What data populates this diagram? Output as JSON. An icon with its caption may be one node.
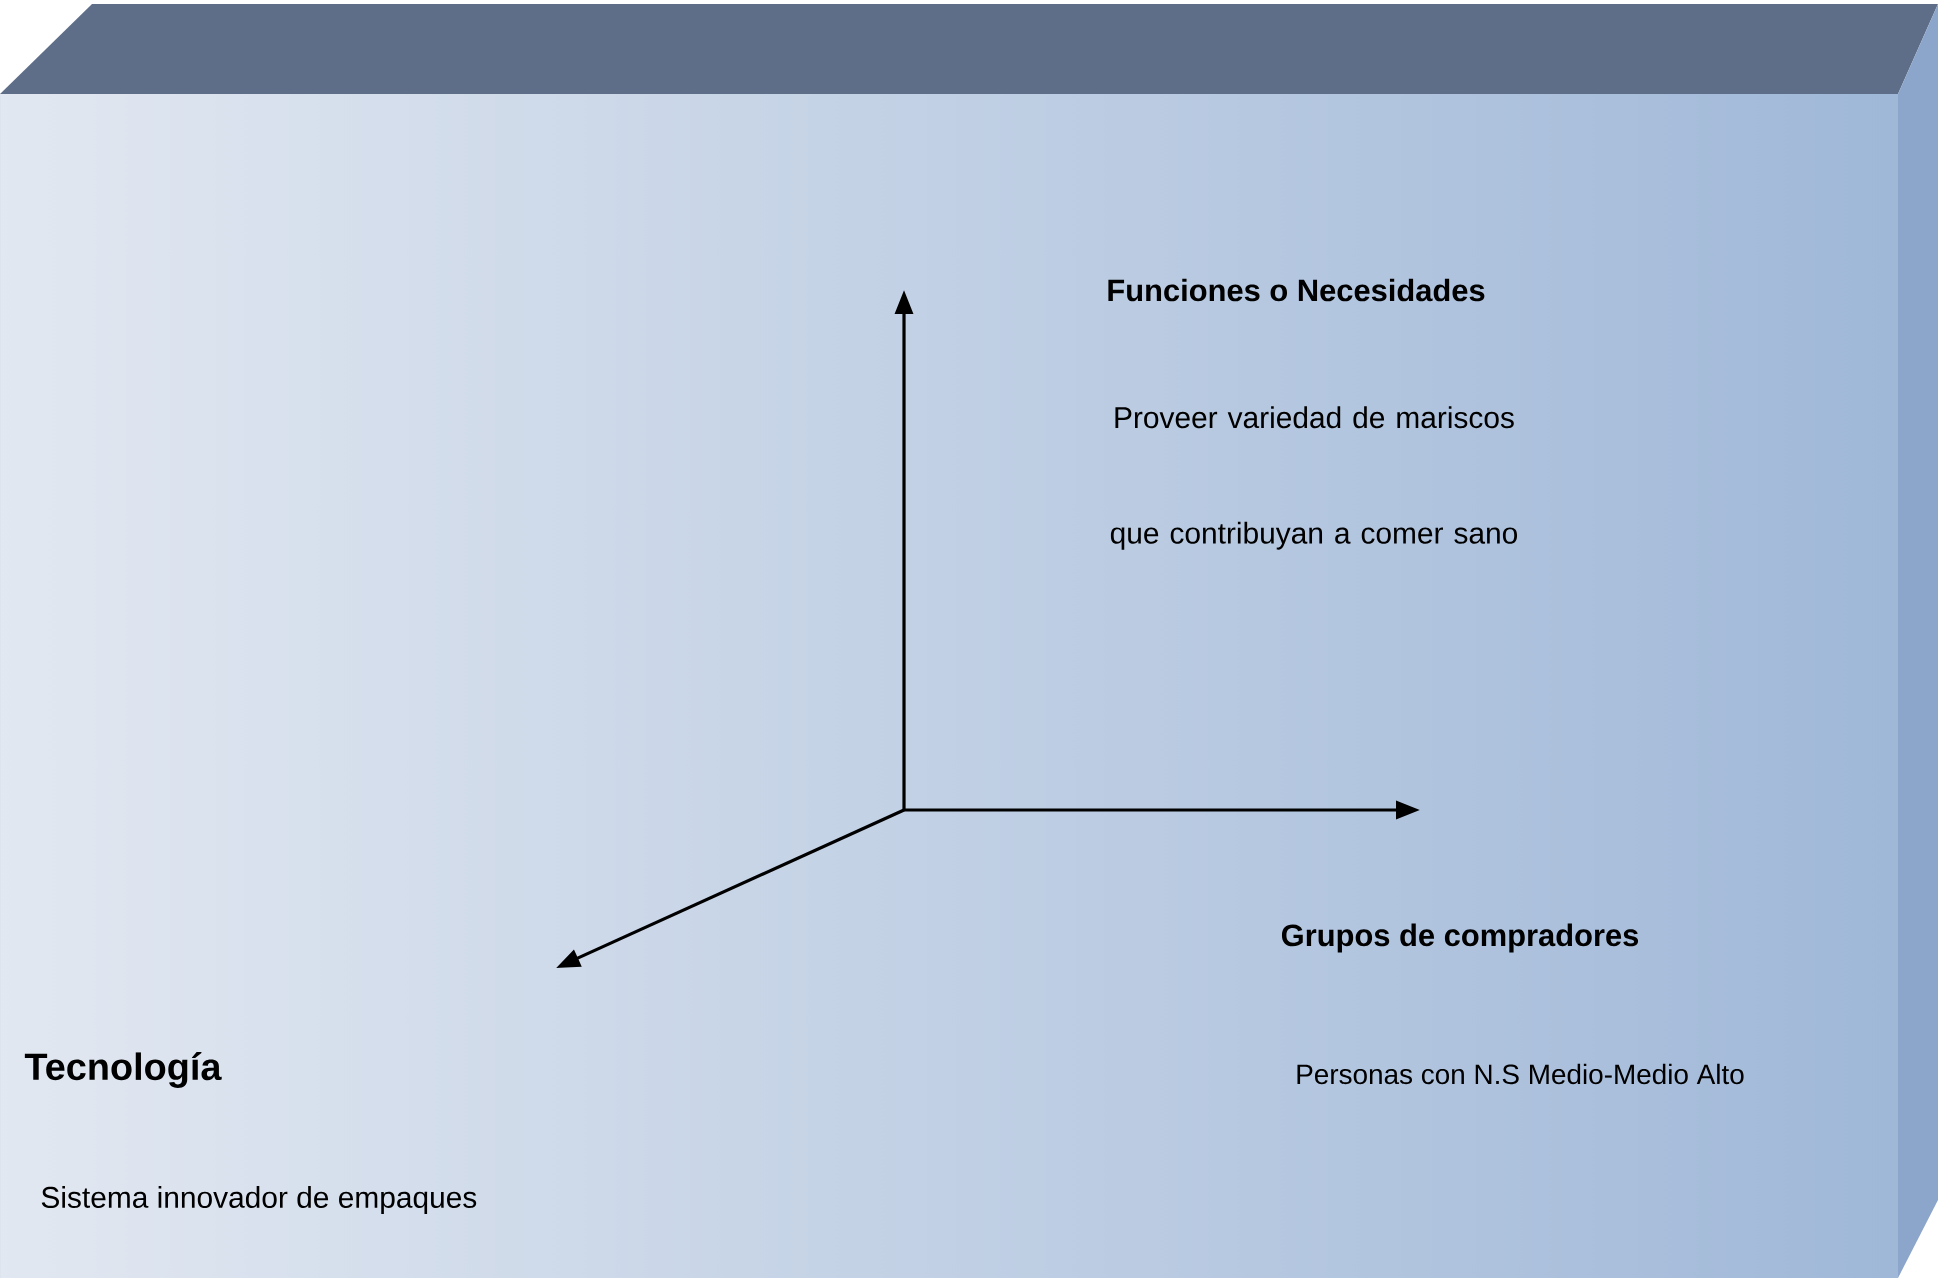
{
  "diagram": {
    "labels": [
      "Funciones o Necesidades",
      "Proveer variedad de mariscos que contribuyan a comer sano",
      "Grupos de compradores",
      "Tecnología",
      "Personas con N.S Medio-Medio Alto",
      "Sistema innovador de empaques"
    ]
  }
}
